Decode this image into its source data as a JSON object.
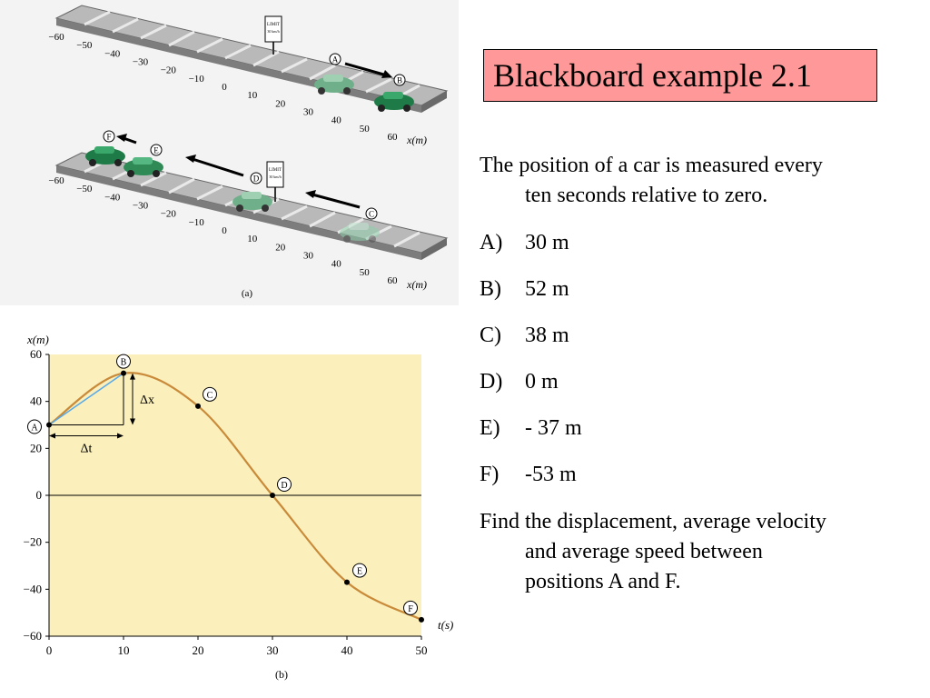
{
  "title": "Blackboard example 2.1",
  "intro": [
    "The position of a car is measured every",
    "ten seconds relative to zero."
  ],
  "options": [
    {
      "letter": "A)",
      "value": "30 m"
    },
    {
      "letter": "B)",
      "value": "52 m"
    },
    {
      "letter": "C)",
      "value": "38 m"
    },
    {
      "letter": "D)",
      "value": "0 m"
    },
    {
      "letter": "E)",
      "value": "- 37 m"
    },
    {
      "letter": "F)",
      "value": "-53 m"
    }
  ],
  "question": [
    "Find the displacement, average velocity",
    "and average speed between",
    "positions A and F."
  ],
  "figure_a": {
    "ticks": [
      "−60",
      "−50",
      "−40",
      "−30",
      "−20",
      "−10",
      "0",
      "10",
      "20",
      "30",
      "40",
      "50",
      "60"
    ],
    "axis_label": "x(m)",
    "sign_text": [
      "LIMIT",
      "30 km/h"
    ],
    "markers_top": [
      "A",
      "B"
    ],
    "markers_bottom": [
      "F",
      "E",
      "D",
      "C"
    ],
    "caption": "(a)"
  },
  "figure_b": {
    "caption": "(b)",
    "delta_x_label": "Δx",
    "delta_t_label": "Δt"
  },
  "chart_data": {
    "type": "line",
    "xlabel": "t(s)",
    "ylabel": "x(m)",
    "xlim": [
      0,
      50
    ],
    "ylim": [
      -60,
      60
    ],
    "xticks": [
      "0",
      "10",
      "20",
      "30",
      "40",
      "50"
    ],
    "yticks": [
      "60",
      "40",
      "20",
      "0",
      "−20",
      "−40",
      "−60"
    ],
    "points": [
      {
        "label": "A",
        "t": 0,
        "x": 30
      },
      {
        "label": "B",
        "t": 10,
        "x": 52
      },
      {
        "label": "C",
        "t": 20,
        "x": 38
      },
      {
        "label": "D",
        "t": 30,
        "x": 0
      },
      {
        "label": "E",
        "t": 40,
        "x": -37
      },
      {
        "label": "F",
        "t": 50,
        "x": -53
      }
    ],
    "colors": {
      "background": "#fbf0bc",
      "curve": "#c98a3a",
      "chord": "#5aa9e6"
    }
  }
}
